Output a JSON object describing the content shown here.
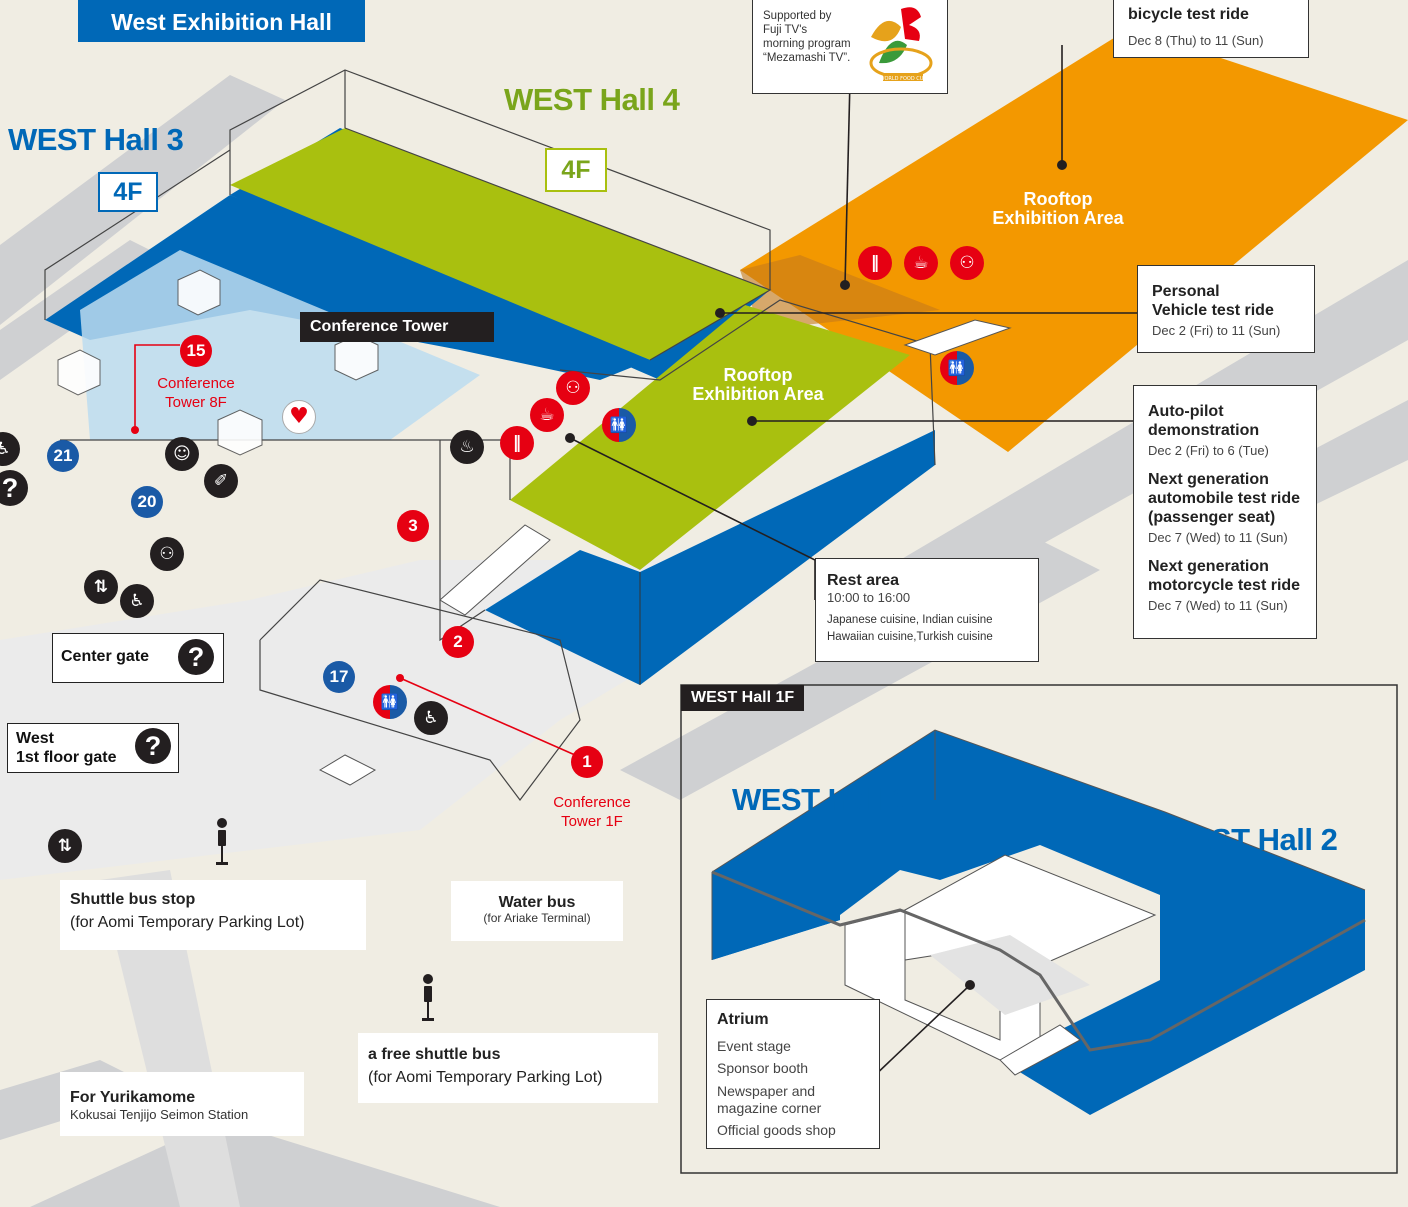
{
  "header": {
    "title": "West Exhibition Hall"
  },
  "halls": {
    "hall3": {
      "title": "WEST Hall 3",
      "floor": "4F"
    },
    "hall4": {
      "title": "WEST Hall 4",
      "floor": "4F"
    },
    "hall1": {
      "title": "WEST Hall 1"
    },
    "hall2": {
      "title": "WEST Hall 2"
    }
  },
  "rooftop_orange": {
    "line1": "Rooftop",
    "line2": "Exhibition Area"
  },
  "rooftop_green": {
    "line1": "Rooftop",
    "line2": "Exhibition Area"
  },
  "conference_tower_label": "Conference Tower",
  "sponsor_box": {
    "line1": "Supported by",
    "line2": "Fuji TV's",
    "line3": "morning program",
    "line4": "“Mezamashi TV”.",
    "logo_text": "WORLD FOOD CUP"
  },
  "bicycle_box": {
    "title": "bicycle test ride",
    "date": "Dec 8 (Thu) to 11 (Sun)"
  },
  "personal_vehicle_box": {
    "line1": "Personal",
    "line2": "Vehicle test ride",
    "date": "Dec 2 (Fri) to 11 (Sun)"
  },
  "events_box": {
    "autopilot": {
      "line1": "Auto-pilot",
      "line2": "demonstration",
      "date": "Dec 2 (Fri) to 6 (Tue)"
    },
    "auto_test": {
      "line1": "Next generation",
      "line2": "automobile test ride",
      "line3": "(passenger seat)",
      "date": "Dec 7 (Wed) to 11 (Sun)"
    },
    "moto_test": {
      "line1": "Next generation",
      "line2": "motorcycle test ride",
      "date": "Dec 7 (Wed) to 11 (Sun)"
    }
  },
  "rest_area": {
    "title": "Rest area",
    "hours": "10:00 to 16:00",
    "line1": "Japanese cuisine, Indian cuisine",
    "line2": "Hawaiian cuisine,Turkish cuisine"
  },
  "west_hall_1f": {
    "label": "WEST Hall 1F"
  },
  "atrium": {
    "title": "Atrium",
    "items": [
      "Event stage",
      "Sponsor booth",
      "Newspaper and",
      "magazine corner",
      "Official goods shop"
    ]
  },
  "gates": {
    "center": {
      "label": "Center gate"
    },
    "west1": {
      "line1": "West",
      "line2": "1st floor gate"
    }
  },
  "markers": {
    "m15": "15",
    "m21": "21",
    "m20": "20",
    "m3": "3",
    "m2": "2",
    "m17": "17",
    "m1": "1",
    "m_left": "?"
  },
  "conference_8f": {
    "line1": "Conference",
    "line2": "Tower  8F"
  },
  "conference_1f": {
    "line1": "Conference",
    "line2": "Tower  1F"
  },
  "transport": {
    "shuttle_stop": {
      "title": "Shuttle bus stop",
      "sub": "(for Aomi Temporary Parking Lot)"
    },
    "water_bus": {
      "title": "Water bus",
      "sub": "(for Ariake Terminal)"
    },
    "free_shuttle": {
      "title": "a free shuttle bus",
      "sub": "(for Aomi Temporary Parking Lot)"
    },
    "yurikamome": {
      "title": "For Yurikamome",
      "sub": "Kokusai Tenjijo Seimon Station"
    }
  },
  "icons": {
    "restaurant": "‖",
    "cafe": "☕",
    "rest": "⚇",
    "restroom": "🚻",
    "accessible": "♿",
    "baby": "☺",
    "bottle": "✐",
    "smoking": "♨",
    "elevator": "⇅",
    "info": "?",
    "heart": "♥"
  },
  "colors": {
    "blue": "#0068b7",
    "green": "#a9c00f",
    "orange": "#f39800",
    "red": "#e60012",
    "dark": "#231f20",
    "bg": "#f0ede3",
    "road": "#cfd0d2"
  }
}
